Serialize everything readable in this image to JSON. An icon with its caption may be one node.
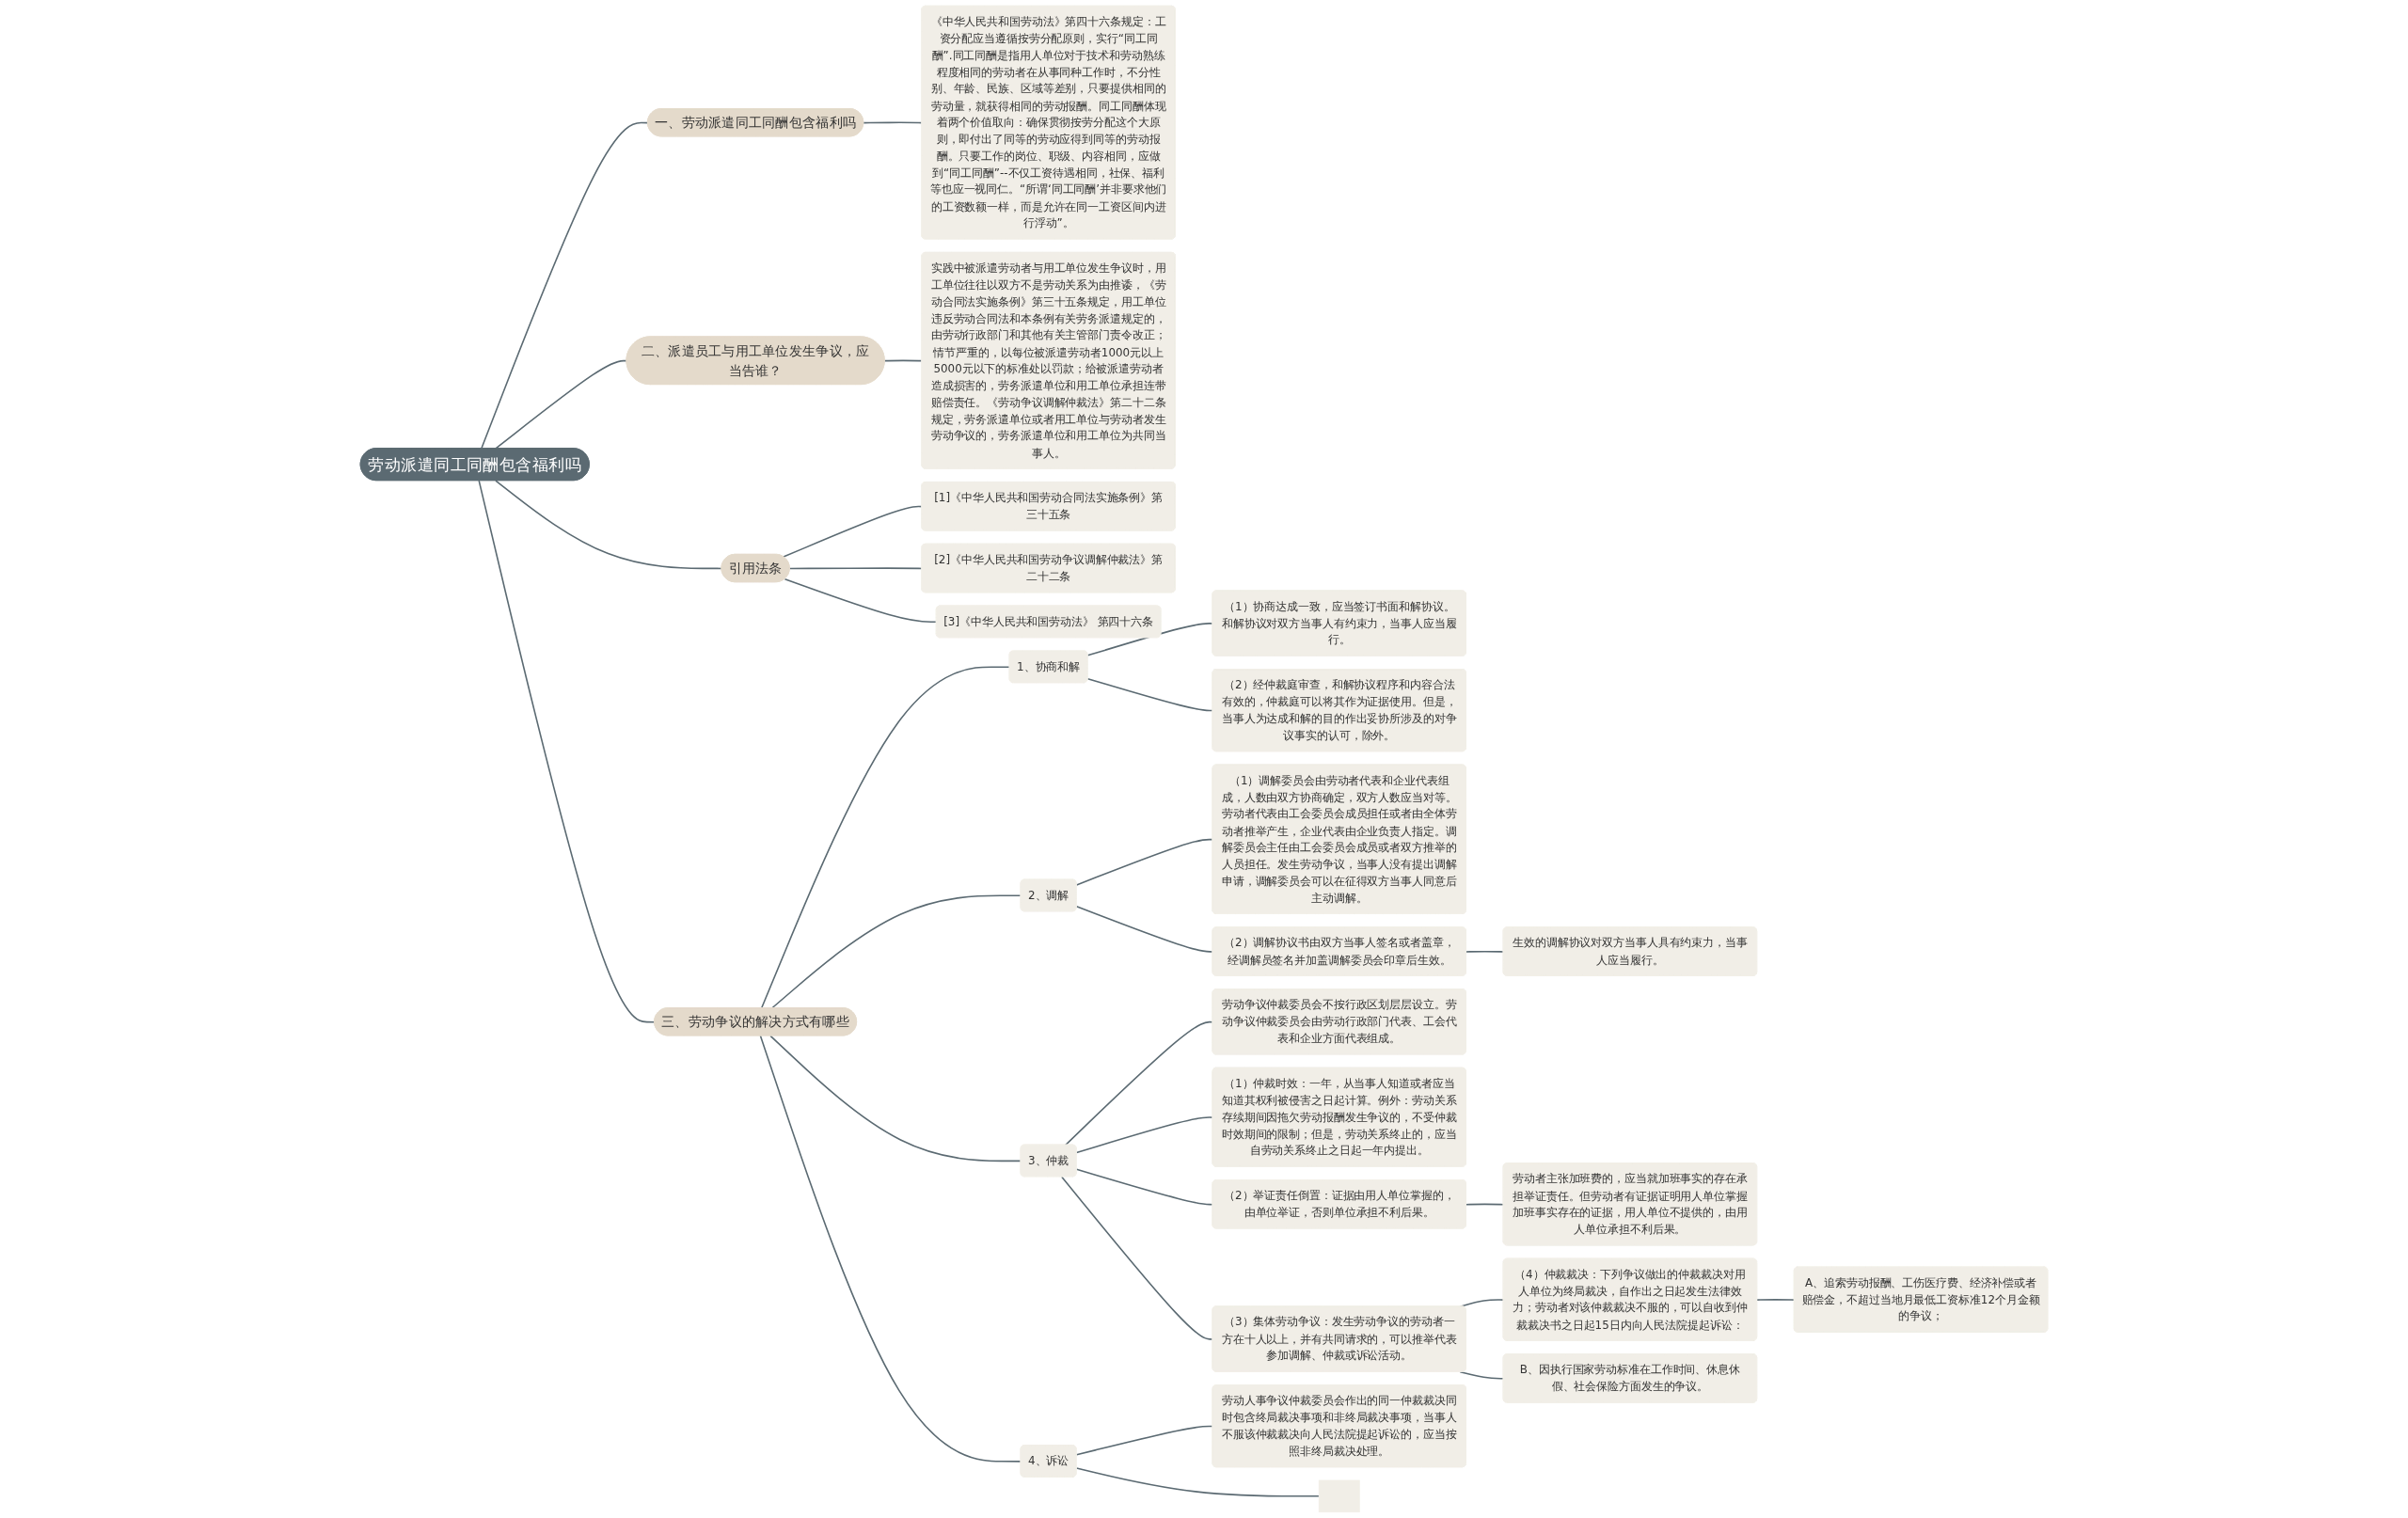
{
  "diagram": {
    "nodes": [
      {
        "text": [
          "劳动派遣同工同酬包含福利吗"
        ]
      },
      {
        "text": [
          "一、劳动派遣同工同酬包含福利吗"
        ]
      },
      {
        "text": [
          "《中华人民共和国劳动法》第四十六条规定：工资分配应当遵循按劳分配原则，实行“同工同酬”.同工同酬是指用人单位对于技术和劳动熟练程度相同的劳动者在从事同种工作时，不分性别、年龄、民族、区域等差别，只要提供相同的劳动量，就获得相同的劳动报酬。同工同酬体现着两个价值取向：确保贯彻按劳分配这个大原则，即付出了同等的劳动应得到同等的劳动报酬。只要工作的岗位、职级、内容相同，应做到“同工同酬”--不仅工资待遇相同，社保、福利等也应一视同仁。“所谓‘同工同酬’并非要求他们的工资数额一样，而是允许在同一工资区间内进行浮动”。"
        ]
      },
      {
        "text": [
          "二、派遣员工与用工单位发生争议，应当告谁？"
        ]
      },
      {
        "text": [
          "实践中被派遣劳动者与用工单位发生争议时，用工单位往往以双方不是劳动关系为由推诿，《劳动合同法实施条例》第三十五条规定，用工单位违反劳动合同法和本条例有关劳务派遣规定的，由劳动行政部门和其他有关主管部门责令改正；情节严重的，以每位被派遣劳动者1000元以上5000元以下的标准处以罚款；给被派遣劳动者造成损害的，劳务派遣单位和用工单位承担连带赔偿责任。《劳动争议调解仲裁法》第二十二条规定，劳务派遣单位或者用工单位与劳动者发生劳动争议的，劳务派遣单位和用工单位为共同当事人。"
        ]
      },
      {
        "text": [
          "引用法条"
        ]
      },
      {
        "text": [
          "[1]《中华人民共和国劳动合同法实施条例》第三十五条"
        ]
      },
      {
        "text": [
          "[2]《中华人民共和国劳动争议调解仲裁法》第二十二条"
        ]
      },
      {
        "text": [
          "[3]《中华人民共和国劳动法》 第四十六条"
        ]
      },
      {
        "text": [
          "三、劳动争议的解决方式有哪些"
        ]
      },
      {
        "text": [
          "1、协商和解"
        ]
      },
      {
        "text": [
          "（1）协商达成一致，应当签订书面和解协议。和解协议对双方当事人有约束力，当事人应当履行。"
        ]
      },
      {
        "text": [
          "（2）经仲裁庭审查，和解协议程序和内容合法有效的，仲裁庭可以将其作为证据使用。但是，当事人为达成和解的目的作出妥协所涉及的对争议事实的认可，除外。"
        ]
      },
      {
        "text": [
          "2、调解"
        ]
      },
      {
        "text": [
          "（1）调解委员会由劳动者代表和企业代表组成，人数由双方协商确定，双方人数应当对等。劳动者代表由工会委员会成员担任或者由全体劳动者推举产生，企业代表由企业负责人指定。调解委员会主任由工会委员会成员或者双方推举的人员担任。发生劳动争议，当事人没有提出调解申请，调解委员会可以在征得双方当事人同意后主动调解。"
        ]
      },
      {
        "text": [
          "（2）调解协议书由双方当事人签名或者盖章，经调解员签名并加盖调解委员会印章后生效。"
        ]
      },
      {
        "text": [
          "生效的调解协议对双方当事人具有约束力，当事人应当履行。"
        ]
      },
      {
        "text": [
          "3、仲裁"
        ]
      },
      {
        "text": [
          "劳动争议仲裁委员会不按行政区划层层设立。劳动争议仲裁委员会由劳动行政部门代表、工会代表和企业方面代表组成。"
        ]
      },
      {
        "text": [
          "（1）仲裁时效：一年，从当事人知道或者应当知道其权利被侵害之日起计算。例外：劳动关系存续期间因拖欠劳动报酬发生争议的，不受仲裁时效期间的限制；但是，劳动关系终止的，应当自劳动关系终止之日起一年内提出。"
        ]
      },
      {
        "text": [
          "（2）举证责任倒置：证据由用人单位掌握的，由单位举证，否则单位承担不利后果。"
        ]
      },
      {
        "text": [
          "劳动者主张加班费的，应当就加班事实的存在承担举证责任。但劳动者有证据证明用人单位掌握加班事实存在的证据，用人单位不提供的，由用人单位承担不利后果。"
        ]
      },
      {
        "text": [
          "（3）集体劳动争议：发生劳动争议的劳动者一方在十人以上，并有共同请求的，可以推举代表参加调解、仲裁或诉讼活动。"
        ]
      },
      {
        "text": [
          "（4）仲裁裁决：下列争议做出的仲裁裁决对用人单位为终局裁决，自作出之日起发生法律效力；劳动者对该仲裁裁决不服的，可以自收到仲裁裁决书之日起15日内向人民法院提起诉讼："
        ]
      },
      {
        "text": [
          "A、追索劳动报酬、工伤医疗费、经济补偿或者赔偿金，不超过当地月最低工资标准12个月金额的争议；"
        ]
      },
      {
        "text": [
          "B、因执行国家劳动标准在工作时间、休息休假、社会保险方面发生的争议。"
        ]
      },
      {
        "text": [
          "4、诉讼"
        ]
      },
      {
        "text": [
          "劳动人事争议仲裁委员会作出的同一仲裁裁决同时包含终局裁决事项和非终局裁决事项，当事人不服该仲裁裁决向人民法院提起诉讼的，应当按照非终局裁决处理。"
        ]
      },
      {
        "text": [],
        "shape": "box"
      }
    ],
    "edges": [
      {
        "from": 0,
        "to": 1,
        "arrow": "none"
      },
      {
        "from": 1,
        "to": 2,
        "arrow": "none"
      },
      {
        "from": 0,
        "to": 3,
        "arrow": "none"
      },
      {
        "from": 3,
        "to": 4,
        "arrow": "none"
      },
      {
        "from": 0,
        "to": 5,
        "arrow": "none"
      },
      {
        "from": 5,
        "to": 6,
        "arrow": "none"
      },
      {
        "from": 5,
        "to": 7,
        "arrow": "none"
      },
      {
        "from": 5,
        "to": 8,
        "arrow": "none"
      },
      {
        "from": 0,
        "to": 9,
        "arrow": "none"
      },
      {
        "from": 9,
        "to": 10,
        "arrow": "none"
      },
      {
        "from": 10,
        "to": 11,
        "arrow": "none"
      },
      {
        "from": 10,
        "to": 12,
        "arrow": "none"
      },
      {
        "from": 9,
        "to": 13,
        "arrow": "none"
      },
      {
        "from": 13,
        "to": 14,
        "arrow": "none"
      },
      {
        "from": 13,
        "to": 15,
        "arrow": "none"
      },
      {
        "from": 15,
        "to": 16,
        "arrow": "none"
      },
      {
        "from": 9,
        "to": 17,
        "arrow": "none"
      },
      {
        "from": 17,
        "to": 18,
        "arrow": "none"
      },
      {
        "from": 17,
        "to": 19,
        "arrow": "none"
      },
      {
        "from": 17,
        "to": 20,
        "arrow": "none"
      },
      {
        "from": 20,
        "to": 21,
        "arrow": "none"
      },
      {
        "from": 17,
        "to": 22,
        "arrow": "none"
      },
      {
        "from": 22,
        "to": 23,
        "arrow": "none"
      },
      {
        "from": 23,
        "to": 24,
        "arrow": "none"
      },
      {
        "from": 22,
        "to": 25,
        "arrow": "none"
      },
      {
        "from": 9,
        "to": 26,
        "arrow": "none"
      },
      {
        "from": 26,
        "to": 27,
        "arrow": "none"
      },
      {
        "from": 26,
        "to": 28,
        "arrow": "none"
      }
    ]
  }
}
